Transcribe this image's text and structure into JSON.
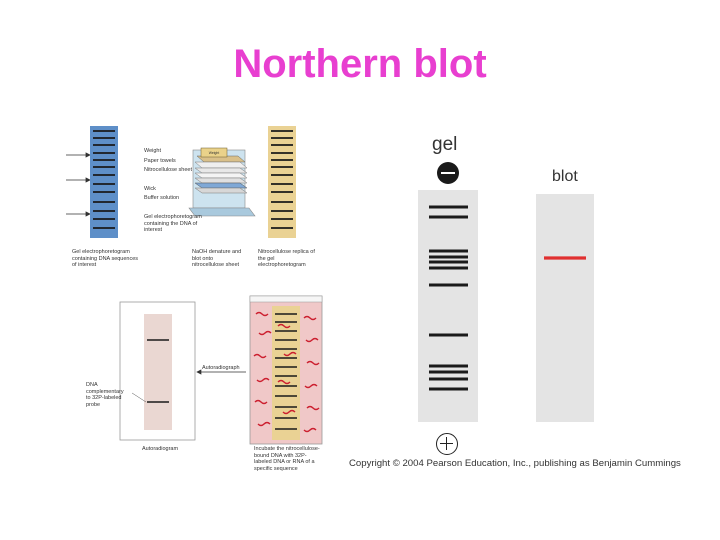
{
  "title": "Northern blot",
  "schematic": {
    "gel_label": "gel",
    "blot_label": "blot",
    "copyright": "Copyright © 2004 Pearson Education, Inc., publishing as Benjamin Cummings",
    "colors": {
      "gel": "#e4e4e4",
      "band": "#1a1a1a",
      "blot_band": "#e03030",
      "title": "#e83fd0"
    }
  },
  "procedure": {
    "transfer_labels": {
      "weight": "Weight",
      "paper_towels": "Paper towels",
      "nitrocellulose_sheet": "Nitrocellulose sheet",
      "wick": "Wick",
      "buffer_solution": "Buffer solution",
      "gel_electrophoretogram": "Gel electrophoretogram containing the DNA of interest"
    },
    "gel_caption": "Gel electrophoretogram containing DNA sequences of interest",
    "naoh_caption": "NaOH denature and blot onto nitrocellulose sheet",
    "replica_caption": "Nitrocellulose replica of the gel electrophoretogram",
    "autoradiograph_label": "Autoradiograph",
    "probe_caption": "DNA complementary to 32P-labeled probe",
    "autoradiogram_caption": "Autoradiogram",
    "incubate_caption": "Incubate the nitrocellulose-bound DNA with 32P-labeled DNA or RNA of a specific sequence"
  }
}
